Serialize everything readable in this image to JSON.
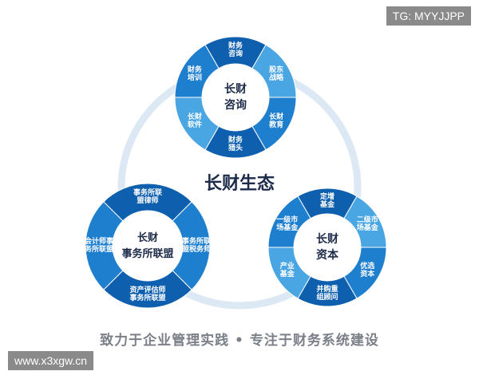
{
  "watermarks": {
    "tg": "TG: MYYJJPP",
    "site": "www.x3xgw.cn"
  },
  "center_title": "长财生态",
  "slogan": "致力于企业管理实践 • 专注于财务系统建设",
  "colors": {
    "dark": "#0e5fae",
    "mid": "#1f7fcf",
    "light": "#4aa6e3",
    "ring_bg": "#dce9f4"
  },
  "rings": [
    {
      "id": "consulting",
      "title": [
        "长财",
        "咨询"
      ],
      "segments": [
        "财务咨询",
        "股东战略",
        "长财教育",
        "财务猎头",
        "长财软件",
        "财务培训"
      ]
    },
    {
      "id": "alliance",
      "title": [
        "长财",
        "事务所联盟"
      ],
      "segments": [
        "事务所联盟律师",
        "事务所联盟税务师",
        "资产评估师事务所联盟",
        "会计师事务所联盟"
      ]
    },
    {
      "id": "capital",
      "title": [
        "长财",
        "资本"
      ],
      "segments": [
        "定增基金",
        "二级市场基金",
        "优选资本",
        "并购重组顾问",
        "产业基金",
        "一级市场基金"
      ]
    }
  ]
}
